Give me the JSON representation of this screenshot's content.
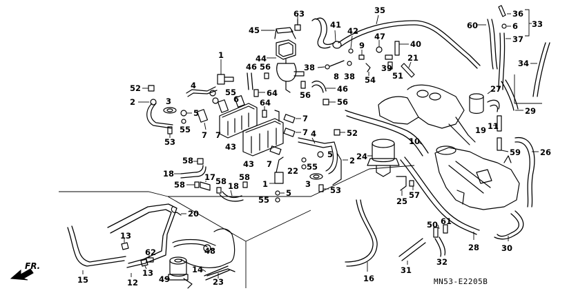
{
  "diagram_code": "MN53-E2205B",
  "front_label": "FR.",
  "callouts": {
    "c63": "63",
    "c45": "45",
    "c41": "41",
    "c35": "35",
    "c42": "42",
    "c9": "9",
    "c47": "47",
    "c40": "40",
    "c21": "21",
    "c44": "44",
    "c1a": "1",
    "c46a": "46",
    "c56a": "56",
    "c38a": "38",
    "c8": "8",
    "c38b": "38",
    "c39": "39",
    "c51": "51",
    "c54": "54",
    "c52a": "52",
    "c4a": "4",
    "c55a": "55",
    "c64a": "64",
    "c56b": "56",
    "c46b": "46",
    "c2a": "2",
    "c3a": "3",
    "c5a": "5",
    "c6a": "6",
    "c5b": "5",
    "c55b": "55",
    "c7a": "7",
    "c7b": "7",
    "c43a": "43",
    "c64b": "64",
    "c56c": "56",
    "c53a": "53",
    "c52b": "52",
    "c7c": "7",
    "c7d": "7",
    "c4b": "4",
    "c43b": "43",
    "c7e": "7",
    "c5c": "5",
    "c55c": "55",
    "c22": "22",
    "c2b": "2",
    "c3b": "3",
    "c53b": "53",
    "c1b": "1",
    "c5d": "5",
    "c55d": "55",
    "c24": "24",
    "c10": "10",
    "c25": "25",
    "c57": "57",
    "c58a": "58",
    "c18a": "18",
    "c17": "17",
    "c58b": "58",
    "c58c": "58",
    "c58d": "58",
    "c18b": "18",
    "c20": "20",
    "c13a": "13",
    "c62": "62",
    "c48": "48",
    "c14": "14",
    "c13b": "13",
    "c49": "49",
    "c23": "23",
    "c15": "15",
    "c12": "12",
    "c16": "16",
    "c31": "31",
    "c32": "32",
    "c50": "50",
    "c61": "61",
    "c28": "28",
    "c30": "30",
    "c60": "60",
    "c36": "36",
    "c6b": "6",
    "c33": "33",
    "c37": "37",
    "c34": "34",
    "c27": "27",
    "c29": "29",
    "c19": "19",
    "c11": "11",
    "c59": "59",
    "c26": "26"
  }
}
